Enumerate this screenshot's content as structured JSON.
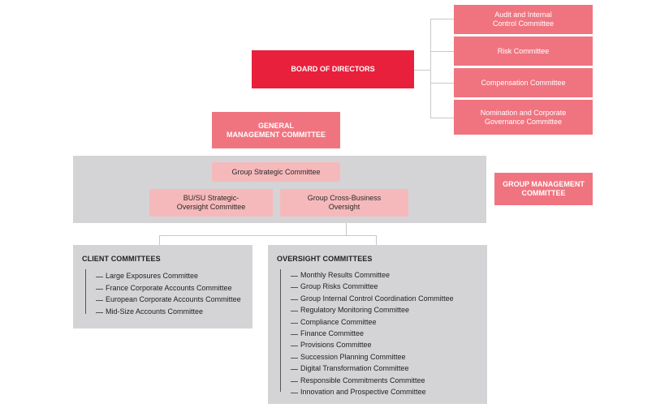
{
  "board": {
    "label": "BOARD OF DIRECTORS"
  },
  "board_committees": [
    "Audit and Internal\nControl Committee",
    "Risk Committee",
    "Compensation Committee",
    "Nomination and Corporate\nGovernance Committee"
  ],
  "general_management": {
    "label": "GENERAL\nMANAGEMENT COMMITTEE"
  },
  "group_strategic": {
    "label": "Group Strategic Committee"
  },
  "bu_su": {
    "label": "BU/SU Strategic-\nOversight Committee"
  },
  "cross_business": {
    "label": "Group Cross-Business\nOversight"
  },
  "group_management": {
    "label": "GROUP MANAGEMENT\nCOMMITTEE"
  },
  "client_committees": {
    "title": "CLIENT COMMITTEES",
    "items": [
      "Large Exposures Committee",
      "France Corporate Accounts Committee",
      "European Corporate Accounts Committee",
      "Mid-Size Accounts Committee"
    ]
  },
  "oversight_committees": {
    "title": "OVERSIGHT COMMITTEES",
    "items": [
      "Monthly Results Committee",
      "Group Risks Committee",
      "Group Internal Control Coordination Committee",
      "Regulatory Monitoring Committee",
      "Compliance Committee",
      "Finance Committee",
      "Provisions Committee",
      "Succession Planning Committee",
      "Digital Transformation Committee",
      "Responsible Commitments Committee",
      "Innovation and Prospective Committee"
    ]
  },
  "colors": {
    "board_red": "#e8203c",
    "committee_pink": "#f07480",
    "light_pink": "#f6b9bb",
    "panel_grey": "#d4d4d6"
  }
}
